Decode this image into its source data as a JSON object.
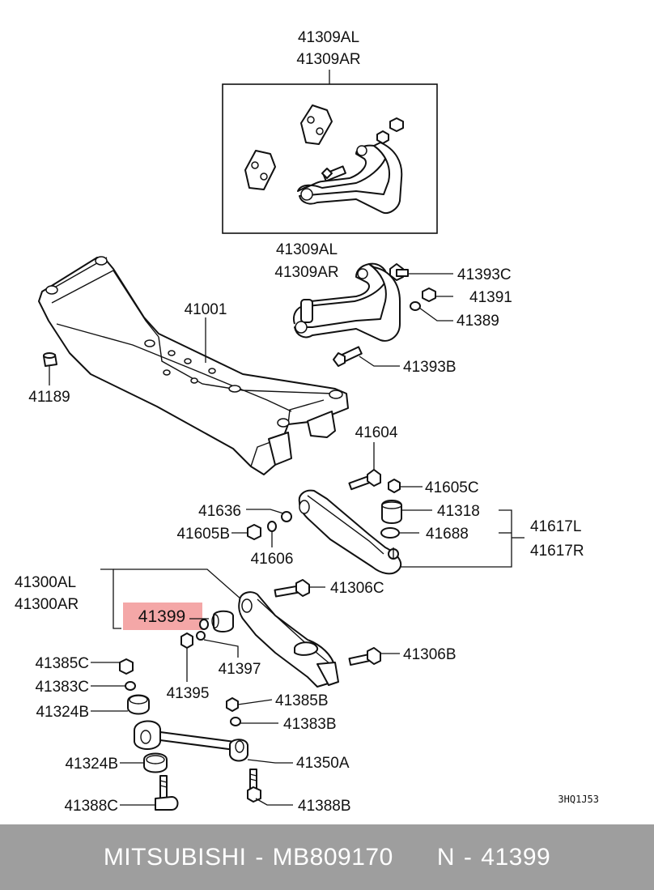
{
  "diagram": {
    "labels": {
      "upper_arm_box_l": "41309AL",
      "upper_arm_box_r": "41309AR",
      "upper_arm_l": "41309AL",
      "upper_arm_r": "41309AR",
      "crossmember": "41001",
      "bump_stop": "41189",
      "bolt_41393c": "41393C",
      "nut_41391": "41391",
      "washer_41389": "41389",
      "bolt_41393b": "41393B",
      "bolt_41604": "41604",
      "nut_41605c": "41605C",
      "washer_41636": "41636",
      "bushing_41318": "41318",
      "arm_41617l": "41617L",
      "arm_41617r": "41617R",
      "nut_41605b": "41605B",
      "ring_41688": "41688",
      "washer_41606": "41606",
      "lower_arm_l": "41300AL",
      "lower_arm_r": "41300AR",
      "bolt_41306c": "41306C",
      "bushing_41399": "41399",
      "washer_41397": "41397",
      "nut_41385c": "41385C",
      "bolt_41306b": "41306B",
      "nut_41383c": "41383C",
      "nut_41395": "41395",
      "nut_41385b": "41385B",
      "bushing_41324b_top": "41324B",
      "washer_41383b": "41383B",
      "bushing_41324b_bottom": "41324B",
      "link_41350a": "41350A",
      "bolt_41388c": "41388C",
      "bolt_41388b": "41388B",
      "diagram_code": "3HQ1J53"
    },
    "highlight": {
      "part": "41399",
      "color": "#f08a8a"
    }
  },
  "footer": {
    "text": "MITSUBISHI - MB809170     N - 41399",
    "background": "#9e9e9e",
    "color": "#ffffff"
  }
}
